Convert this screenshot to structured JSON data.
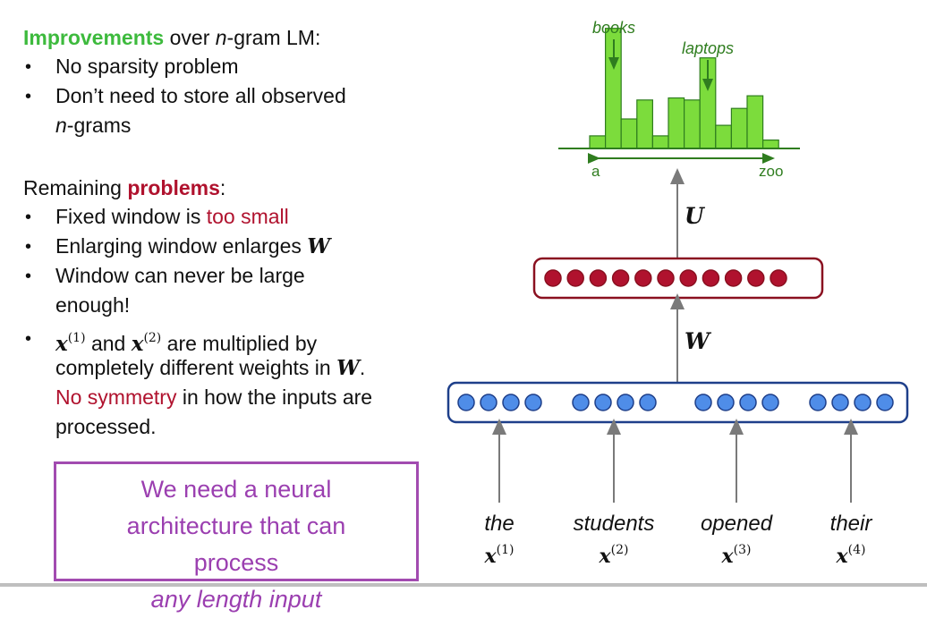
{
  "left": {
    "improvements": {
      "heading_colored": "Improvements",
      "heading_rest_1": " over ",
      "heading_ngram": "n",
      "heading_rest_2": "-gram LM:",
      "bullet1": "No sparsity problem",
      "bullet2_line1": "Don’t need to store all observed",
      "bullet2_line2_n": "n",
      "bullet2_line2_rest": "-grams"
    },
    "problems": {
      "heading_1": "Remaining ",
      "heading_colored": "problems",
      "heading_2": ":",
      "b1_a": "Fixed window is ",
      "b1_red": "too small",
      "b2_a": "Enlarging window enlarges ",
      "b2_math": "W",
      "b3_line1": "Window can never be large",
      "b3_line2": "enough!",
      "b4_x": "x",
      "b4_sup1": "(1)",
      "b4_and": " and ",
      "b4_sup2": "(2)",
      "b4_rest": " are multiplied by",
      "b4_line2_a": "completely different weights in ",
      "b4_line2_math": "W",
      "b4_line2_b": ".",
      "b4_line3_red": "No symmetry",
      "b4_line3_rest": " in how the inputs are",
      "b4_line4": "processed."
    },
    "bullet_char": "•",
    "callout": {
      "line1": "We need a neural",
      "line2": "architecture that can",
      "line3_a": "process ",
      "line3_em": "any length input"
    }
  },
  "diagram": {
    "hist_labels": {
      "books": "books",
      "laptops": "laptops",
      "a": "a",
      "zoo": "zoo"
    },
    "hist_values": [
      0.06,
      0.57,
      0.14,
      0.23,
      0.06,
      0.24,
      0.23,
      0.43,
      0.11,
      0.19,
      0.25,
      0.04
    ],
    "weight_U": "U",
    "weight_W": "W",
    "hidden_units": 11,
    "words": [
      {
        "word": "the",
        "x": "x",
        "sup": "(1)"
      },
      {
        "word": "students",
        "x": "x",
        "sup": "(2)"
      },
      {
        "word": "opened",
        "x": "x",
        "sup": "(3)"
      },
      {
        "word": "their",
        "x": "x",
        "sup": "(4)"
      }
    ],
    "colors": {
      "hist_fill": "#7cdc3c",
      "hist_stroke": "#2f7d1f",
      "hidden_fill": "#b0122e",
      "hidden_border": "#8a1020",
      "input_fill": "#4f8de8",
      "input_border": "#1e3f8a",
      "arrow": "#7a7a7a"
    }
  }
}
